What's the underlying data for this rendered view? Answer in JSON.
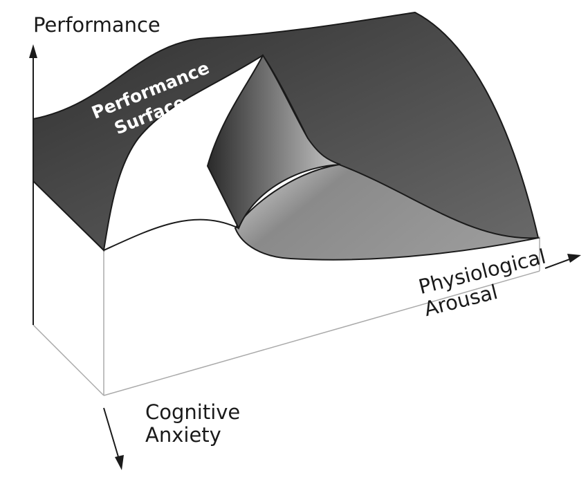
{
  "diagram": {
    "labels": {
      "performance_axis": "Performance",
      "arousal_axis": [
        "Physiological",
        "Arousal"
      ],
      "anxiety_axis": [
        "Cognitive",
        "Anxiety"
      ],
      "surface_label": [
        "Performance",
        "Surface"
      ]
    },
    "colors": {
      "surface_dark": "#3c3c3c",
      "surface_mid": "#555555",
      "surface_light": "#b8b8b8",
      "box_line": "#aaaaaa",
      "axis": "#1a1a1a"
    }
  }
}
